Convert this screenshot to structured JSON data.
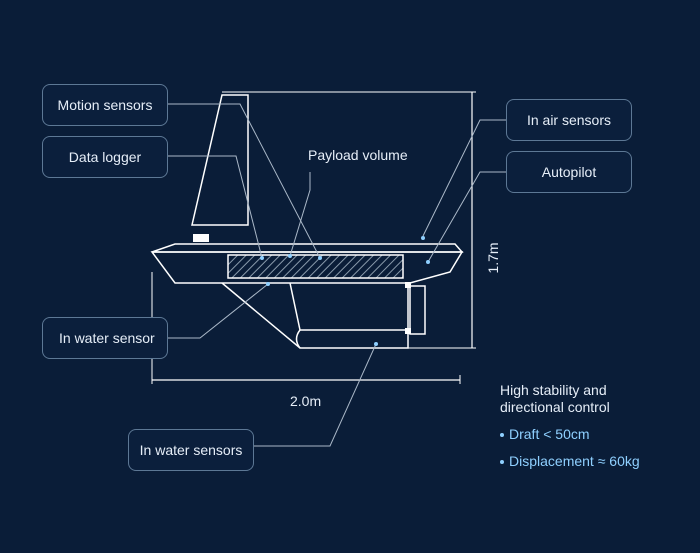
{
  "callouts": {
    "motion_sensors": "Motion sensors",
    "data_logger": "Data logger",
    "in_air_sensors": "In air sensors",
    "autopilot": "Autopilot",
    "in_water_sensor": "In water sensor",
    "in_water_sensors": "In water sensors"
  },
  "payload_label": "Payload volume",
  "dimensions": {
    "height": "1.7m",
    "length": "2.0m"
  },
  "notes": {
    "heading_line1": "High stability and",
    "heading_line2": "directional control",
    "items": [
      "Draft < 50cm",
      "Displacement ≈ 60kg"
    ]
  },
  "colors": {
    "background": "#0a1d38",
    "line": "#ffffff",
    "callout_border": "#5d7895",
    "accent": "#8fd0ff"
  }
}
